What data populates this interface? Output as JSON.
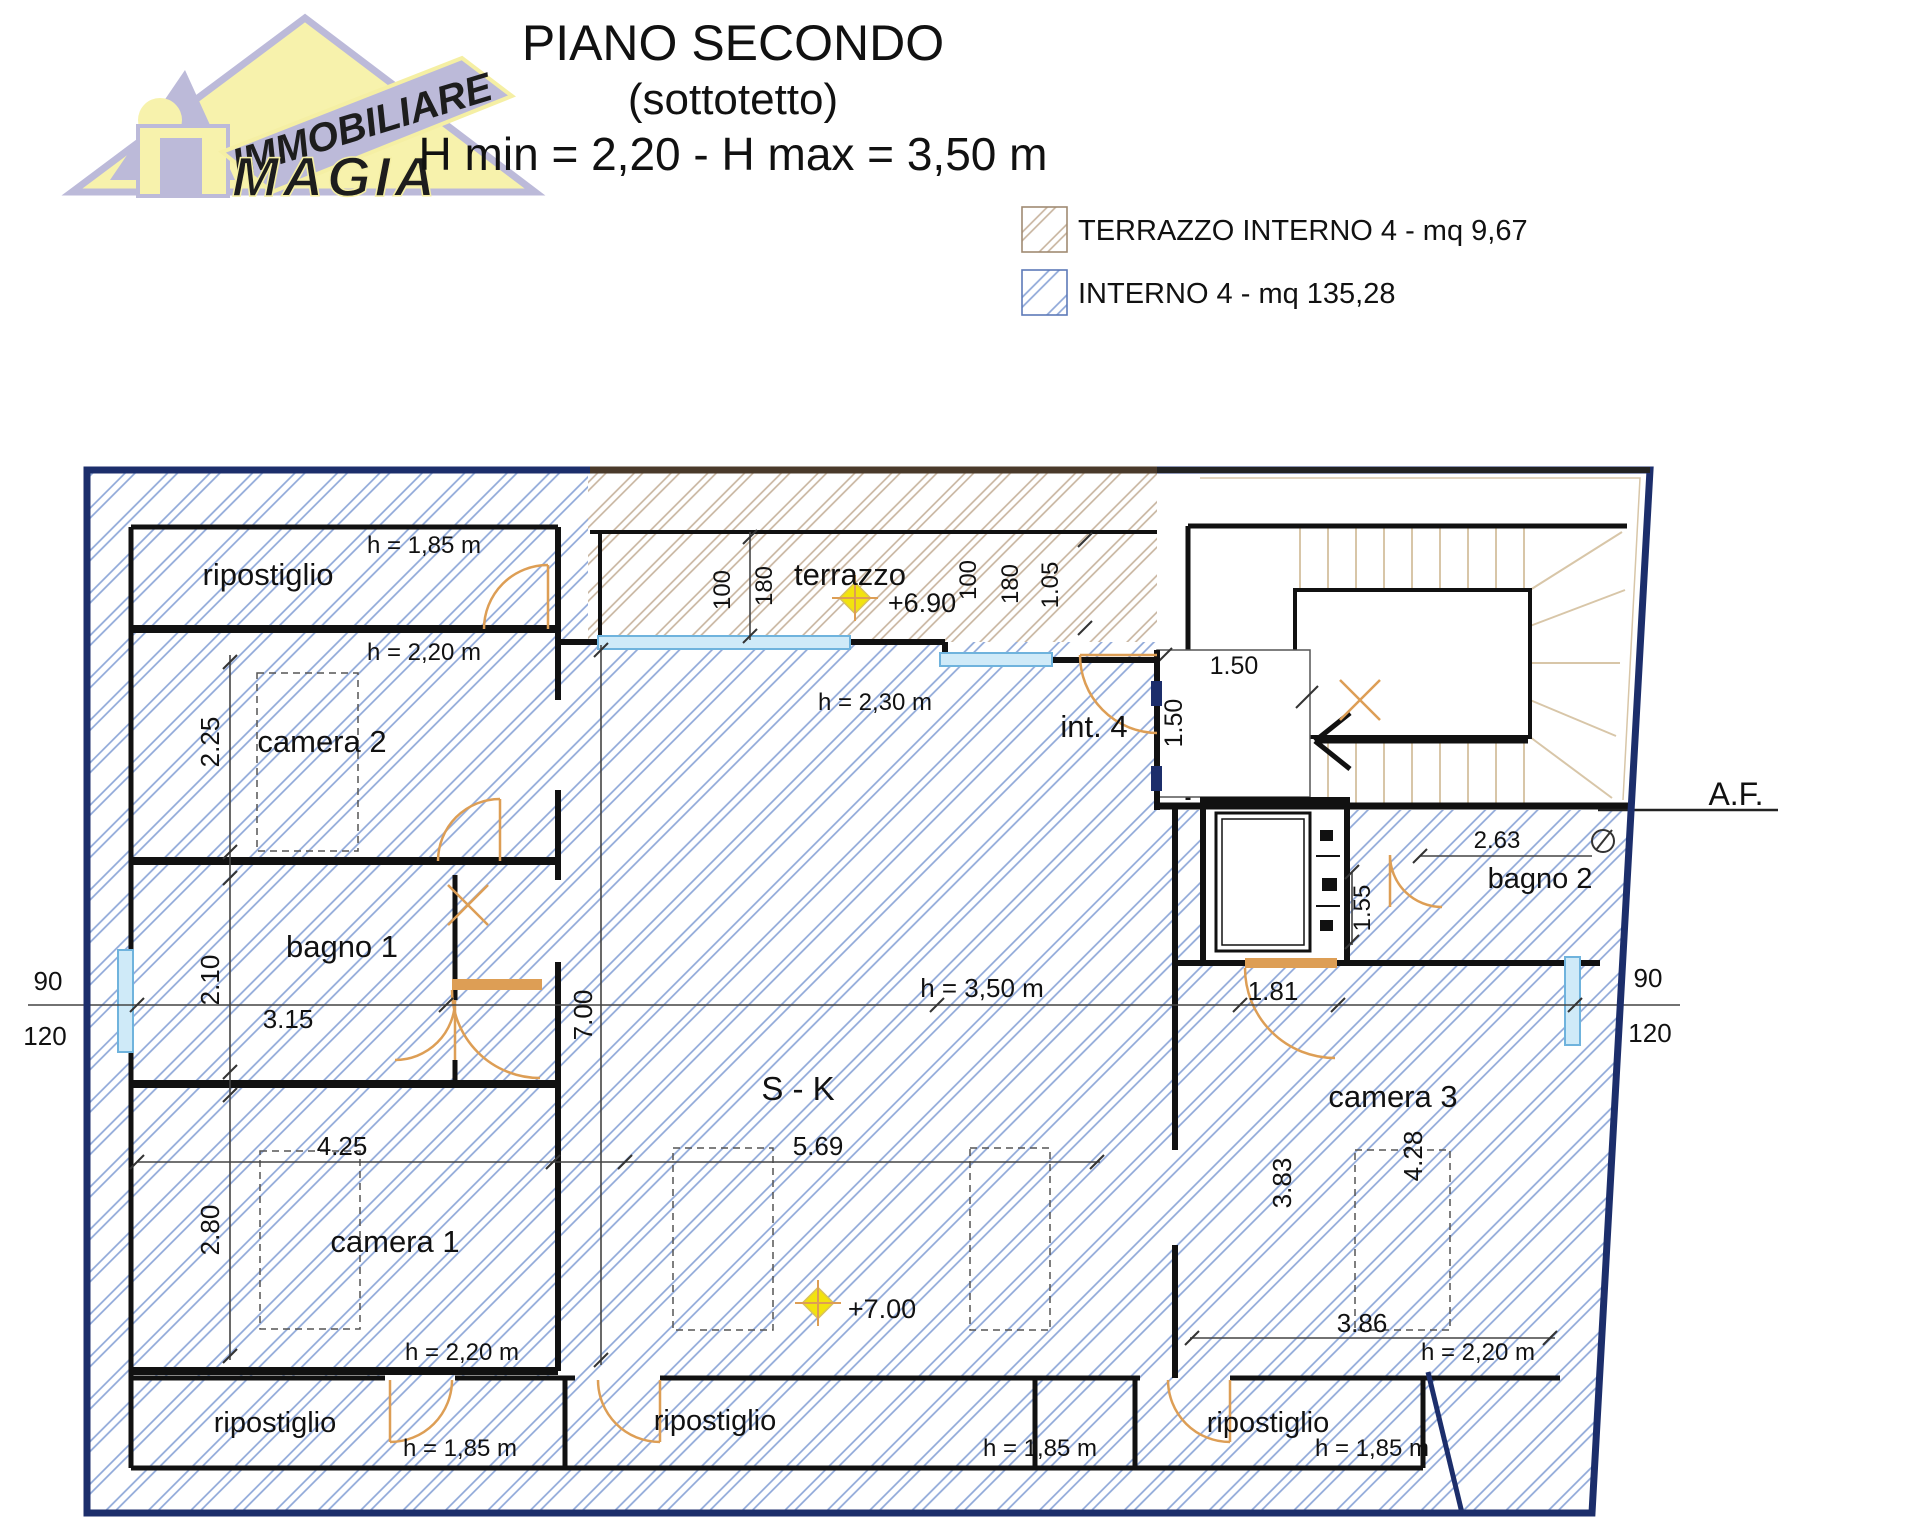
{
  "header": {
    "title": "PIANO SECONDO",
    "subtitle": "(sottotetto)",
    "height_note": "H min = 2,20 - H max = 3,50 m"
  },
  "logo": {
    "top": "IMMOBILIARE",
    "bottom": "MAGIA"
  },
  "legend": {
    "terrazzo_label": "TERRAZZO INTERNO 4 - mq 9,67",
    "interno_label": "INTERNO 4 - mq 135,28"
  },
  "rooms": {
    "ripostiglio_tl": "ripostiglio",
    "camera2": "camera 2",
    "bagno1": "bagno 1",
    "camera1": "camera 1",
    "ripostiglio_bl": "ripostiglio",
    "ripostiglio_bm": "ripostiglio",
    "ripostiglio_br": "ripostiglio",
    "terrazzo": "terrazzo",
    "int4": "int. 4",
    "bagno2": "bagno 2",
    "camera3": "camera 3",
    "sk": "S - K"
  },
  "heights": {
    "tl": "h = 1,85 m",
    "camera2": "h = 2,20 m",
    "terrazzo_win": "h = 2,30 m",
    "section": "h = 3,50 m",
    "camera1": "h = 2,20 m",
    "bl": "h = 1,85 m",
    "bm": "h = 1,85 m",
    "br": "h = 1,85 m",
    "camera3": "h = 2,20 m"
  },
  "levels": {
    "terrazzo": "+6.90",
    "sk": "+7.00"
  },
  "dims": {
    "d225": "2.25",
    "d210": "2.10",
    "d315": "3.15",
    "w90l": "90",
    "w120l": "120",
    "d425": "4.25",
    "d280": "2.80",
    "d700": "7.00",
    "d569": "5.69",
    "t100a": "100",
    "t180a": "180",
    "t100b": "100",
    "t180b": "180",
    "d105": "1.05",
    "d150h": "1.50",
    "d150v": "1.50",
    "d263": "2.63",
    "d155": "1.55",
    "d181": "1.81",
    "d383": "3.83",
    "d428": "4.28",
    "d386": "3.86",
    "w90r": "90",
    "w120r": "120"
  },
  "annotations": {
    "af": "A.F."
  },
  "colors": {
    "boundary": "#1c2e6b",
    "interno_hatch": "#8ea7d8",
    "terrazzo_hatch": "#c6b29c",
    "terrazzo_edge": "#4a3a2a",
    "wall": "#111111",
    "door": "#dd9e55",
    "window": "#aadcf5",
    "marker_yellow": "#f2e30e",
    "logo_purple": "#b3b1d6",
    "logo_yellow": "#f5efa0"
  }
}
